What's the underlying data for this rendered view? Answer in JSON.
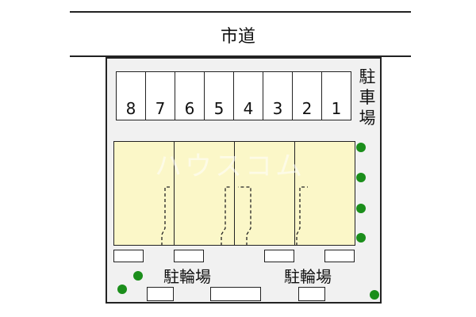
{
  "road": {
    "label": "市道"
  },
  "parking": {
    "label": "駐\n車\n場",
    "label_chars": [
      "駐",
      "車",
      "場"
    ],
    "stalls": [
      "8",
      "7",
      "6",
      "5",
      "4",
      "3",
      "2",
      "1"
    ]
  },
  "bike_parking": {
    "left_label": "駐輪場",
    "right_label": "駐輪場"
  },
  "watermark": "ハウスコム",
  "colors": {
    "unit_fill": "#fbf7c8",
    "tree": "#1b8e1b",
    "site_fill": "#f1f1f1"
  },
  "icons": {
    "tree": "tree-icon"
  }
}
